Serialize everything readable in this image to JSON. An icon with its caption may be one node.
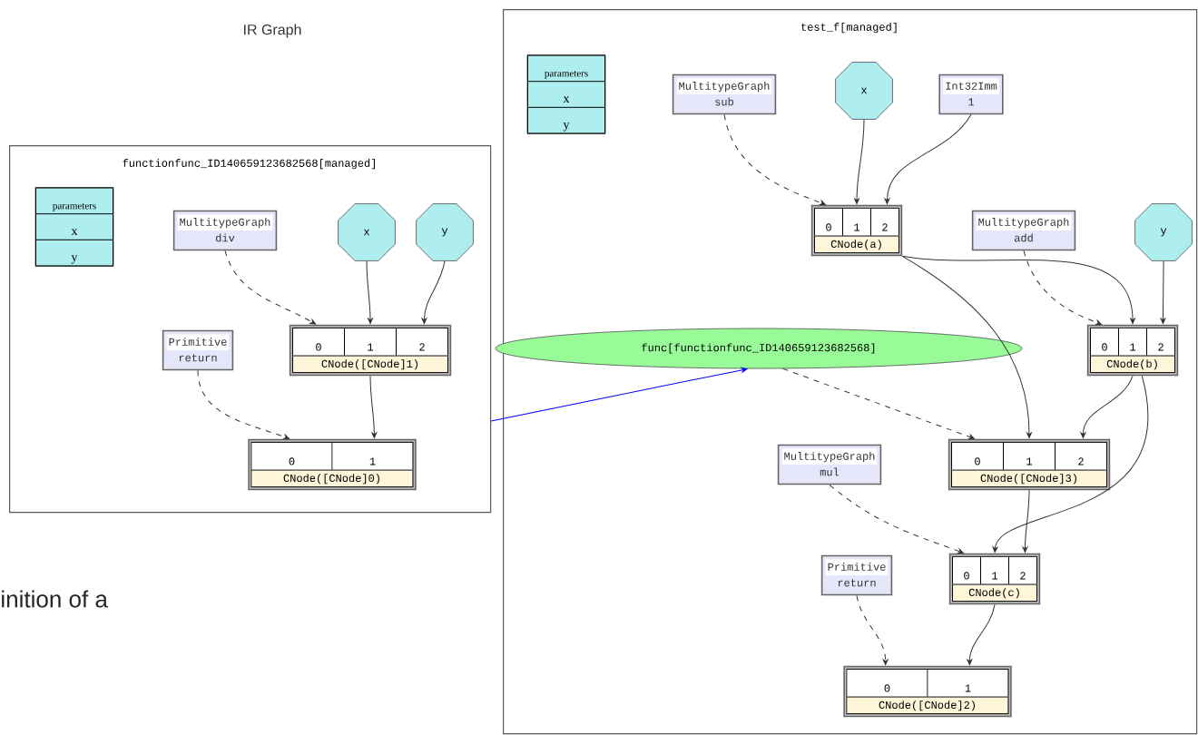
{
  "diagram": {
    "title": "IR Graph",
    "nodes": [
      {
        "text": [
          "functionfunc_ID140659123682568[managed]"
        ]
      },
      {
        "text": [
          "parameters",
          "x",
          "y"
        ],
        "in": 0
      },
      {
        "text": [
          "MultitypeGraph",
          "div"
        ],
        "in": 0
      },
      {
        "text": [
          "x"
        ],
        "in": 0
      },
      {
        "text": [
          "y"
        ],
        "in": 0
      },
      {
        "text": [
          "Primitive",
          "return"
        ],
        "in": 0
      },
      {
        "text": [
          "0",
          "1",
          "2",
          "CNode([CNode]1)"
        ],
        "in": 0
      },
      {
        "text": [
          "0",
          "1",
          "CNode([CNode]0)"
        ],
        "in": 0
      },
      {
        "text": [
          "test_f[managed]"
        ]
      },
      {
        "text": [
          "parameters",
          "x",
          "y"
        ],
        "in": 8
      },
      {
        "text": [
          "MultitypeGraph",
          "sub"
        ],
        "in": 8
      },
      {
        "text": [
          "x"
        ],
        "in": 8
      },
      {
        "text": [
          "Int32Imm",
          "1"
        ],
        "in": 8
      },
      {
        "text": [
          "0",
          "1",
          "2",
          "CNode(a)"
        ],
        "in": 8
      },
      {
        "text": [
          "MultitypeGraph",
          "add"
        ],
        "in": 8
      },
      {
        "text": [
          "y"
        ],
        "in": 8
      },
      {
        "text": [
          "func[functionfunc_ID140659123682568]"
        ],
        "in": 8
      },
      {
        "text": [
          "0",
          "1",
          "2",
          "CNode(b)"
        ],
        "in": 8
      },
      {
        "text": [
          "MultitypeGraph",
          "mul"
        ],
        "in": 8
      },
      {
        "text": [
          "0",
          "1",
          "2",
          "CNode([CNode]3)"
        ],
        "in": 8
      },
      {
        "text": [
          "Primitive",
          "return"
        ],
        "in": 8
      },
      {
        "text": [
          "0",
          "1",
          "2",
          "CNode(c)"
        ],
        "in": 8
      },
      {
        "text": [
          "0",
          "1",
          "CNode([CNode]2)"
        ],
        "in": 8
      }
    ],
    "edges": [
      {
        "from": 2,
        "to": 6,
        "arrow": "to",
        "style": "dashed"
      },
      {
        "from": 3,
        "to": 6,
        "arrow": "to"
      },
      {
        "from": 4,
        "to": 6,
        "arrow": "to"
      },
      {
        "from": 5,
        "to": 7,
        "arrow": "to",
        "style": "dashed"
      },
      {
        "from": 6,
        "to": 7,
        "arrow": "to"
      },
      {
        "from": 0,
        "to": 16,
        "arrow": "to",
        "color": "#0000ff"
      },
      {
        "from": 10,
        "to": 13,
        "arrow": "to",
        "style": "dashed"
      },
      {
        "from": 11,
        "to": 13,
        "arrow": "to"
      },
      {
        "from": 12,
        "to": 13,
        "arrow": "to"
      },
      {
        "from": 14,
        "to": 17,
        "arrow": "to",
        "style": "dashed"
      },
      {
        "from": 13,
        "to": 17,
        "arrow": "to"
      },
      {
        "from": 15,
        "to": 17,
        "arrow": "to"
      },
      {
        "from": 16,
        "to": 19,
        "arrow": "to",
        "style": "dashed"
      },
      {
        "from": 13,
        "to": 19,
        "arrow": "to"
      },
      {
        "from": 17,
        "to": 19,
        "arrow": "to"
      },
      {
        "from": 18,
        "to": 21,
        "arrow": "to",
        "style": "dashed"
      },
      {
        "from": 17,
        "to": 21,
        "arrow": "to"
      },
      {
        "from": 19,
        "to": 21,
        "arrow": "to"
      },
      {
        "from": 20,
        "to": 22,
        "arrow": "to",
        "style": "dashed"
      },
      {
        "from": 21,
        "to": 22,
        "arrow": "to"
      }
    ],
    "labels": [
      "inition of a"
    ]
  }
}
